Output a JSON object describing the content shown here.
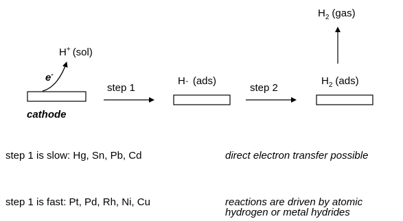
{
  "scheme": {
    "electron": "e",
    "electron_sup": "-",
    "proton": "H",
    "proton_sup": "+",
    "proton_state": "(sol)",
    "cathode": "cathode",
    "step1": "step 1",
    "step2": "step 2",
    "radical": "H·",
    "radical_state": "(ads)",
    "h2_ads_main": "H",
    "h2_ads_sub": "2",
    "h2_ads_state": "(ads)",
    "h2_gas_main": "H",
    "h2_gas_sub": "2",
    "h2_gas_state": "(gas)"
  },
  "notes": {
    "slow_label": "step 1 is slow: Hg, Sn, Pb, Cd",
    "slow_effect": "direct electron transfer possible",
    "fast_label": "step 1 is fast: Pt, Pd, Rh, Ni, Cu",
    "fast_effect_line1": "reactions are driven by atomic",
    "fast_effect_line2": "hydrogen or metal hydrides"
  }
}
